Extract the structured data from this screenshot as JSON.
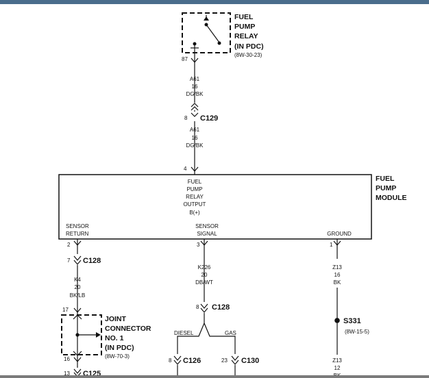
{
  "relay": {
    "title_lines": [
      "FUEL",
      "PUMP",
      "RELAY",
      "(IN PDC)"
    ],
    "ref": "(8W-30-23)",
    "pin": "87"
  },
  "wire_a61_top": {
    "circuit": "A61",
    "gauge": "16",
    "color": "DG/BK"
  },
  "c129": {
    "pin": "8",
    "name": "C129"
  },
  "wire_a61_bottom": {
    "circuit": "A61",
    "gauge": "16",
    "color": "DG/BK"
  },
  "module": {
    "title_lines": [
      "FUEL",
      "PUMP",
      "MODULE"
    ],
    "input_pin": "4",
    "internal_lines": [
      "FUEL",
      "PUMP",
      "RELAY",
      "OUTPUT",
      "B(+)"
    ],
    "terminals": [
      {
        "label_lines": [
          "SENSOR",
          "RETURN"
        ],
        "pin": "2"
      },
      {
        "label_lines": [
          "SENSOR",
          "SIGNAL"
        ],
        "pin": "3"
      },
      {
        "label_lines": [
          "GROUND"
        ],
        "pin": "1"
      }
    ]
  },
  "left_branch": {
    "c128": {
      "pin": "7",
      "name": "C128"
    },
    "wire": {
      "circuit": "K4",
      "gauge": "20",
      "color": "BK/LB"
    },
    "joint": {
      "pin_top": "17",
      "pin_bottom": "16",
      "title_lines": [
        "JOINT",
        "CONNECTOR",
        "NO. 1",
        "(IN PDC)"
      ],
      "ref": "(8W-70-3)"
    },
    "c125": {
      "pin": "13",
      "name": "C125"
    }
  },
  "center_branch": {
    "wire": {
      "circuit": "K226",
      "gauge": "20",
      "color": "DB/WT"
    },
    "c128": {
      "pin": "8",
      "name": "C128"
    },
    "split_labels": [
      "DIESEL",
      "GAS"
    ],
    "c126": {
      "pin": "8",
      "name": "C126"
    },
    "c130": {
      "pin": "23",
      "name": "C130"
    }
  },
  "right_branch": {
    "wire_top": {
      "circuit": "Z13",
      "gauge": "16",
      "color": "BK"
    },
    "splice": {
      "name": "S331",
      "ref": "(8W-15-5)"
    },
    "wire_bottom": {
      "circuit": "Z13",
      "gauge": "12",
      "color": "BK"
    }
  }
}
